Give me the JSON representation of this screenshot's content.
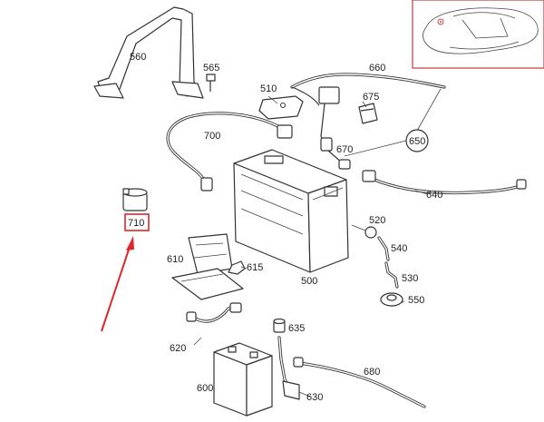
{
  "labels": {
    "p560": "560",
    "p565": "565",
    "p510": "510",
    "p660": "660",
    "p675": "675",
    "p700": "700",
    "p650": "650",
    "p670": "670",
    "p640": "640",
    "p710": "710",
    "p520": "520",
    "p540": "540",
    "p610": "610",
    "p615": "615",
    "p500": "500",
    "p530": "530",
    "p550": "550",
    "p635": "635",
    "p620": "620",
    "p680": "680",
    "p600": "600",
    "p630": "630"
  },
  "colors": {
    "highlight": "#e0262b",
    "ink": "#333333",
    "inset_border": "#c8464b"
  },
  "icons": {
    "locator": "car-locator-icon",
    "pointer": "red-arrow-icon"
  }
}
